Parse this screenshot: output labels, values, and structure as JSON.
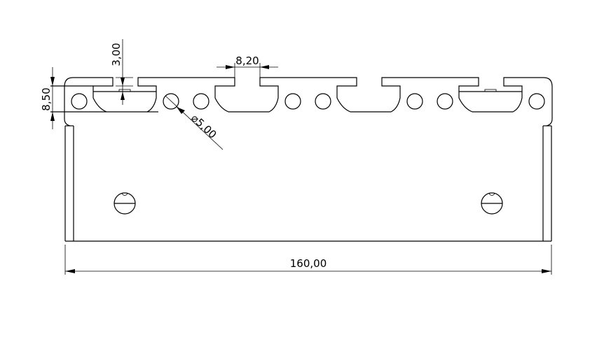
{
  "drawing": {
    "title": "Profile bracket front view",
    "dimensions": {
      "overall_width": "160,00",
      "profile_height": "8,50",
      "slot_depth": "3,00",
      "slot_opening": "8,20",
      "hole_diameter": "⌀5,00"
    }
  }
}
